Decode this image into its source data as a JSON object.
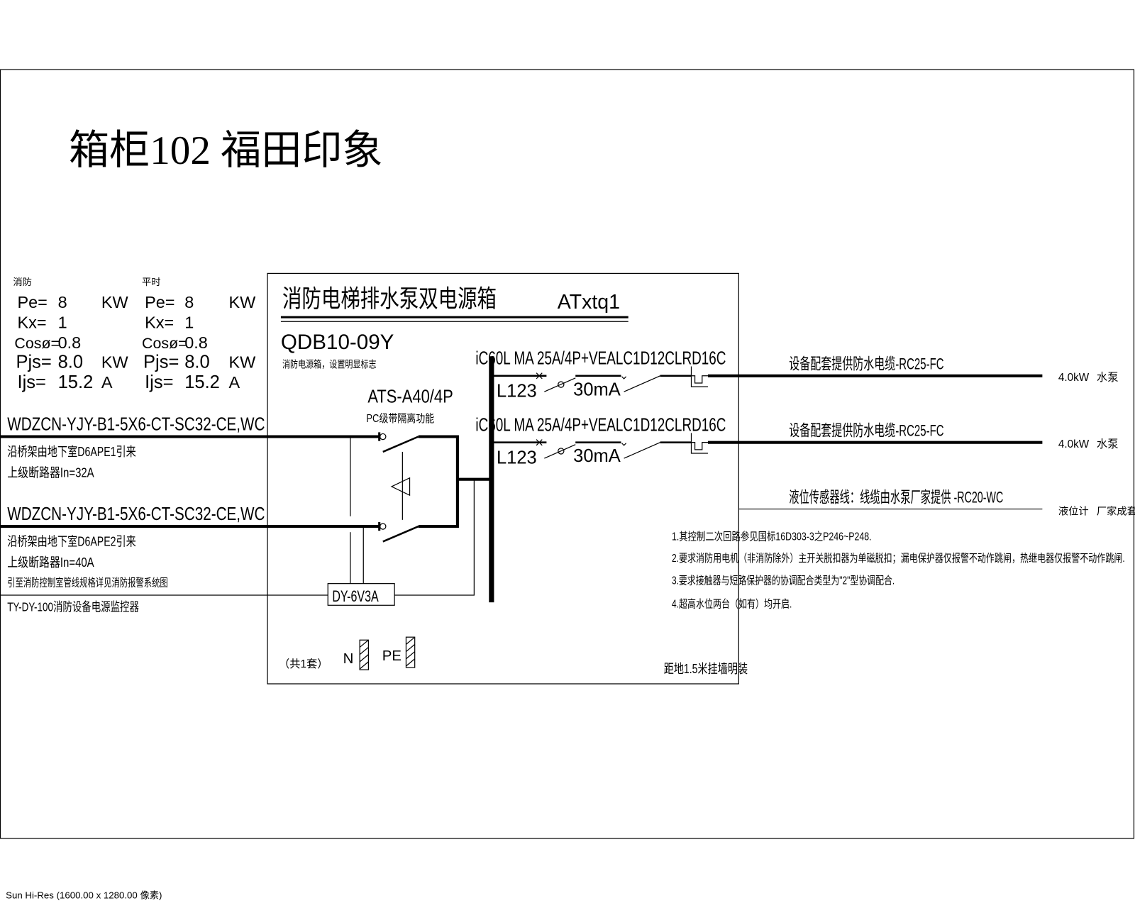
{
  "title": "箱柜102 福田印象",
  "load_calc": {
    "fire": {
      "label": "消防",
      "pe": "Pe=",
      "pe_val": "8",
      "pe_unit": "KW",
      "kx": "Kx=",
      "kx_val": "1",
      "cos": "Cosø=",
      "cos_val": "0.8",
      "pjs": "Pjs=",
      "pjs_val": "8.0",
      "pjs_unit": "KW",
      "ijs": "Ijs=",
      "ijs_val": "15.2",
      "ijs_unit": "A"
    },
    "normal": {
      "label": "平时",
      "pe": "Pe=",
      "pe_val": "8",
      "pe_unit": "KW",
      "kx": "Kx=",
      "kx_val": "1",
      "cos": "Cosø=",
      "cos_val": "0.8",
      "pjs": "Pjs=",
      "pjs_val": "8.0",
      "pjs_unit": "KW",
      "ijs": "Ijs=",
      "ijs_val": "15.2",
      "ijs_unit": "A"
    }
  },
  "feeders": [
    {
      "cable": "WDZCN-YJY-B1-5X6-CT-SC32-CE,WC",
      "source": "沿桥架由地下室D6APE1引来",
      "breaker": "上级断路器In=32A"
    },
    {
      "cable": "WDZCN-YJY-B1-5X6-CT-SC32-CE,WC",
      "source": "沿桥架由地下室D6APE2引来",
      "breaker": "上级断路器In=40A"
    }
  ],
  "monitor": {
    "note": "引至消防控制室管线规格详见消防报警系统图",
    "device": "TY-DY-100消防设备电源监控器",
    "module": "DY-6V3A"
  },
  "box": {
    "name": "消防电梯排水泵双电源箱",
    "code": "ATxtq1",
    "model": "QDB10-09Y",
    "model_note": "消防电源箱，设置明显标志",
    "ats": "ATS-A40/4P",
    "ats_note": "PC级带隔离功能",
    "quantity": "（共1套）",
    "n_label": "N",
    "pe_label": "PE",
    "install": "距地1.5米挂墙明装"
  },
  "branches": [
    {
      "breaker": "iC60L MA 25A/4P+VEALC1D12CLRD16C",
      "phase": "L123",
      "leak": "30mA",
      "cable": "设备配套提供防水电缆-RC25-FC",
      "power": "4.0kW",
      "load": "水泵"
    },
    {
      "breaker": "iC60L MA 25A/4P+VEALC1D12CLRD16C",
      "phase": "L123",
      "leak": "30mA",
      "cable": "设备配套提供防水电缆-RC25-FC",
      "power": "4.0kW",
      "load": "水泵"
    }
  ],
  "sensor": {
    "cable": "液位传感器线：线缆由水泵厂家提供 -RC20-WC",
    "device": "液位计",
    "supply": "厂家成套"
  },
  "notes": [
    "1.其控制二次回路参见国标16D303-3之P246~P248.",
    "2.要求消防用电机（非消防除外）主开关脱扣器为单磁脱扣；漏电保护器仅报警不动作跳闸，热继电器仅报警不动作跳闸.",
    "3.要求接触器与短路保护器的协调配合类型为\"2\"型协调配合.",
    "4.超高水位两台（如有）均开启."
  ],
  "status_bar": "Sun Hi-Res (1600.00 x 1280.00 像素)"
}
